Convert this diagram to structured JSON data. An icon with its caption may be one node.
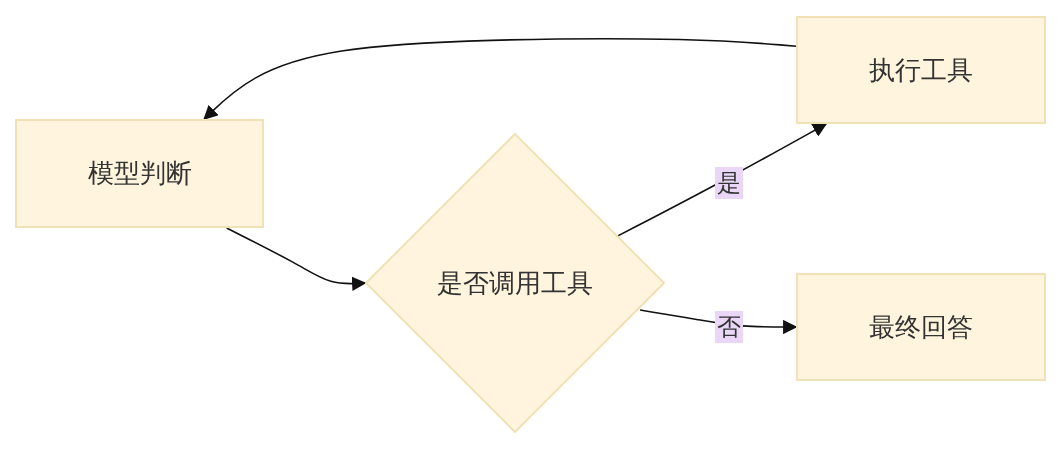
{
  "diagram": {
    "nodes": [
      {
        "text": [
          "模型判断"
        ]
      },
      {
        "text": [
          "是否调用工具"
        ]
      },
      {
        "text": [
          "执行工具"
        ]
      },
      {
        "text": [
          "最终回答"
        ]
      }
    ],
    "edges": [
      {
        "from": 0,
        "to": 1,
        "arrow": "to"
      },
      {
        "from": 1,
        "to": 2,
        "arrow": "to",
        "label": "是"
      },
      {
        "from": 1,
        "to": 3,
        "arrow": "to",
        "label": "否"
      },
      {
        "from": 2,
        "to": 0,
        "arrow": "to"
      }
    ]
  }
}
